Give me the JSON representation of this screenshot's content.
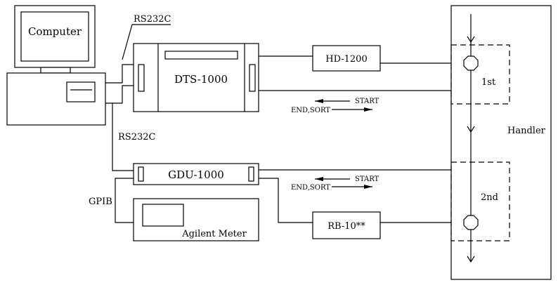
{
  "labels": {
    "computer": "Computer",
    "rs232c_top": "RS232C",
    "rs232c_mid": "RS232C",
    "dts": "DTS-1000",
    "hd": "HD-1200",
    "gdu": "GDU-1000",
    "rb": "RB-10**",
    "gpib": "GPIB",
    "agilent": "Agilent Meter",
    "handler": "Handler",
    "first": "1st",
    "second": "2nd",
    "start_top": "START",
    "endsort_top": "END,SORT",
    "start_bottom": "START",
    "endsort_bottom": "END,SORT"
  }
}
